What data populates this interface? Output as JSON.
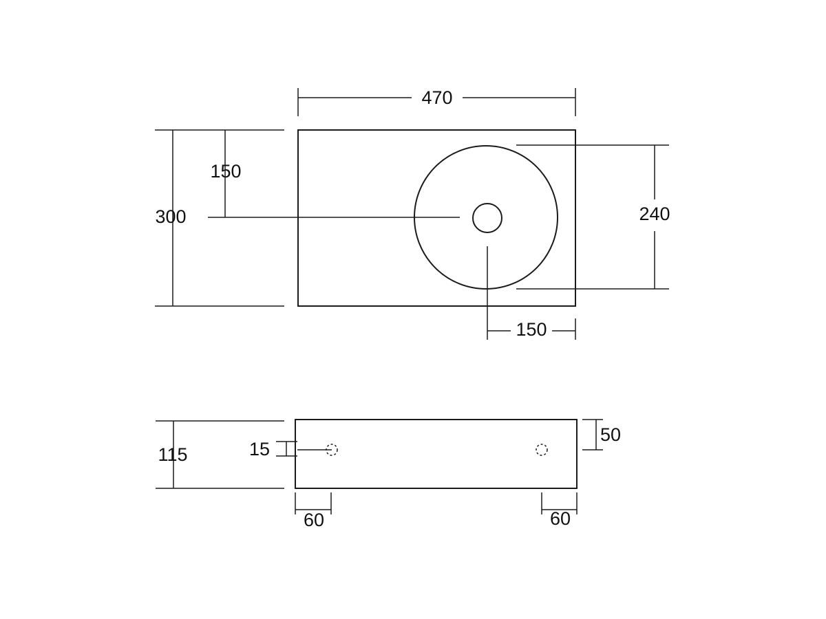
{
  "dimensions": {
    "top_view": {
      "overall_width": "470",
      "overall_depth": "300",
      "bowl_center_from_back": "150",
      "bowl_diameter": "240",
      "bowl_center_from_right": "150"
    },
    "front_view": {
      "overall_height": "115",
      "fixing_hole_diameter": "15",
      "fixing_hole_from_top": "50",
      "left_hole_from_edge": "60",
      "right_hole_from_edge": "60"
    }
  },
  "colors": {
    "line": "#1a1a1a",
    "background": "#ffffff"
  }
}
